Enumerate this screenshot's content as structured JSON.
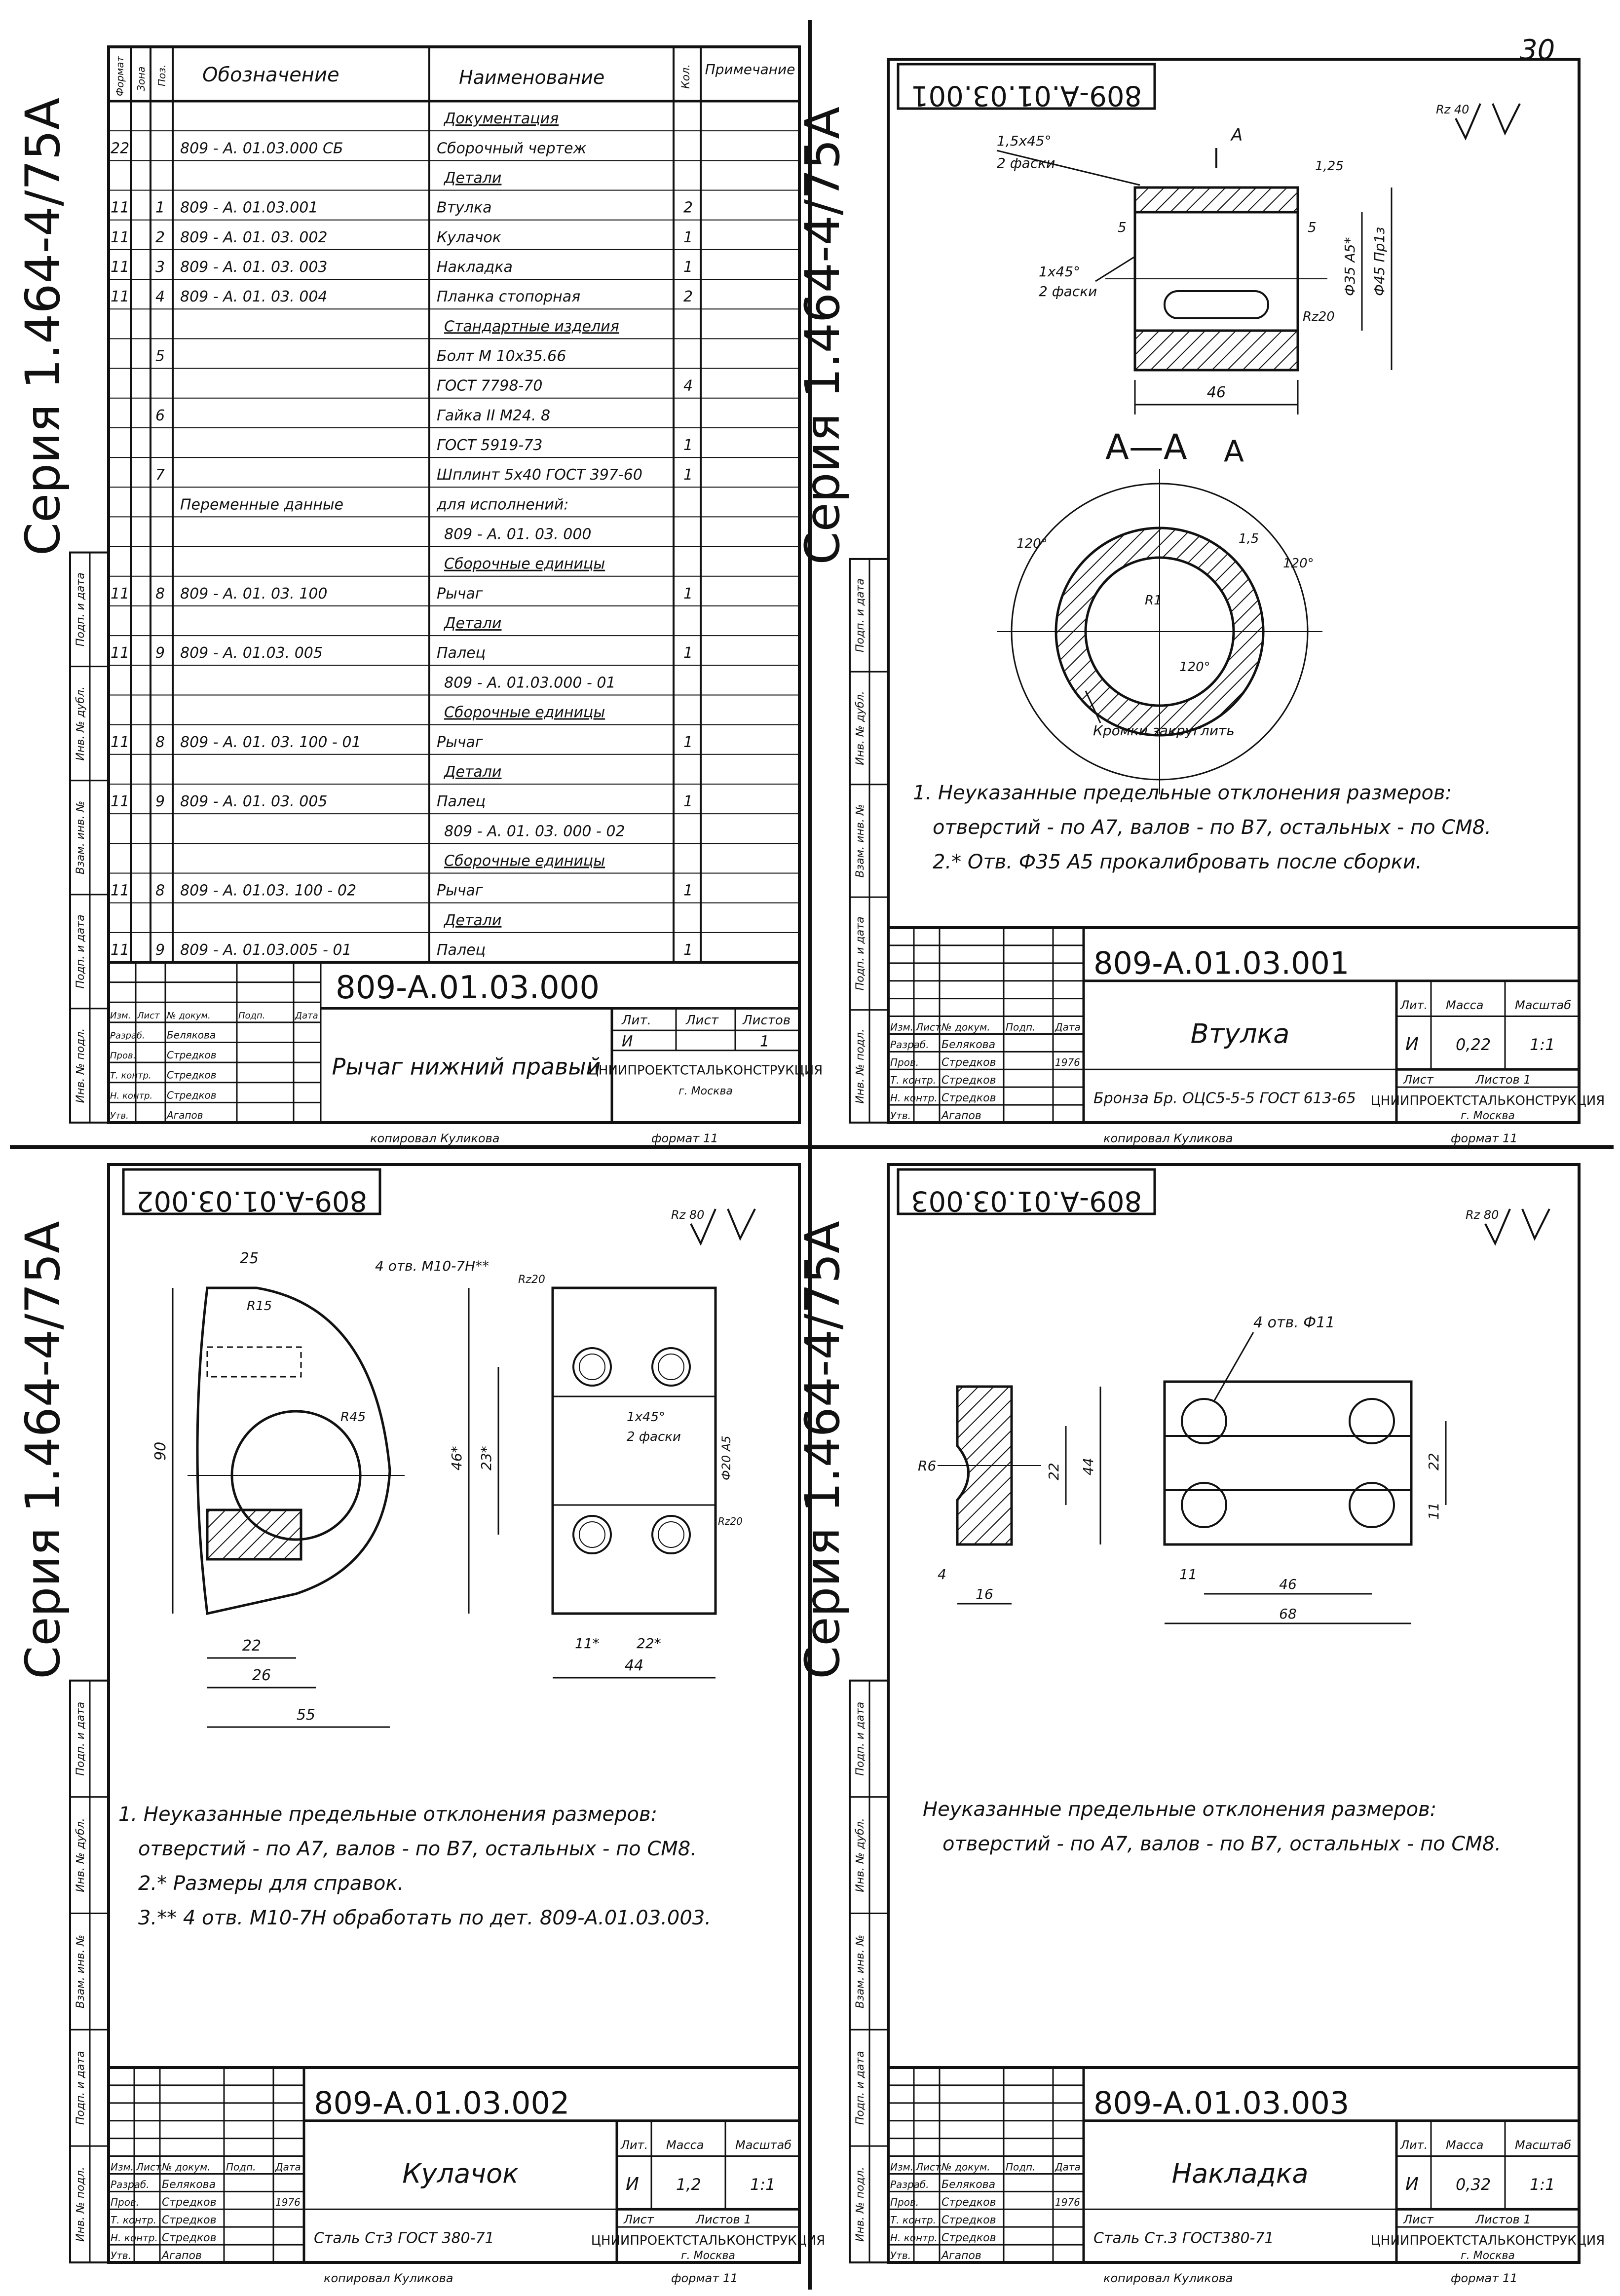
{
  "page_number": "30",
  "series": "Серия 1.464-4/75А",
  "copied_by": "копировал Куликова",
  "format_label": "формат 11",
  "org": "ЦНИИПРОЕКТСТАЛЬКОНСТРУКЦИЯ",
  "org_city": "г. Москва",
  "roles": [
    "Разраб.",
    "Пров.",
    "Т. контр.",
    "Н. контр.",
    "Утв."
  ],
  "names": [
    "Белякова",
    "Стредков",
    "Стредков",
    "Стредков",
    "Агапов"
  ],
  "side_labels": [
    "Инв. № подл.",
    "Подп. и дата",
    "Взам. инв. №",
    "Инв. № дубл.",
    "Подп. и дата"
  ],
  "spec": {
    "headers": [
      "Формат",
      "Зона",
      "Поз.",
      "Обозначение",
      "Наименование",
      "Кол.",
      "Примечание"
    ],
    "rows": [
      {
        "fmt": "",
        "pos": "",
        "des": "",
        "name": "Документация",
        "qty": ""
      },
      {
        "fmt": "22",
        "pos": "",
        "des": "809 - А. 01.03.000 СБ",
        "name": "Сборочный чертеж",
        "qty": ""
      },
      {
        "fmt": "",
        "pos": "",
        "des": "",
        "name": "Детали",
        "qty": ""
      },
      {
        "fmt": "11",
        "pos": "1",
        "des": "809 - А. 01.03.001",
        "name": "Втулка",
        "qty": "2"
      },
      {
        "fmt": "11",
        "pos": "2",
        "des": "809 - А. 01. 03. 002",
        "name": "Кулачок",
        "qty": "1"
      },
      {
        "fmt": "11",
        "pos": "3",
        "des": "809 - А. 01. 03. 003",
        "name": "Накладка",
        "qty": "1"
      },
      {
        "fmt": "11",
        "pos": "4",
        "des": "809 - А. 01. 03. 004",
        "name": "Планка стопорная",
        "qty": "2"
      },
      {
        "fmt": "",
        "pos": "",
        "des": "",
        "name": "Стандартные изделия",
        "qty": ""
      },
      {
        "fmt": "",
        "pos": "5",
        "des": "",
        "name": "Болт М 10х35.66",
        "qty": ""
      },
      {
        "fmt": "",
        "pos": "",
        "des": "",
        "name": "ГОСТ 7798-70",
        "qty": "4"
      },
      {
        "fmt": "",
        "pos": "6",
        "des": "",
        "name": "Гайка II М24. 8",
        "qty": ""
      },
      {
        "fmt": "",
        "pos": "",
        "des": "",
        "name": "ГОСТ 5919-73",
        "qty": "1"
      },
      {
        "fmt": "",
        "pos": "7",
        "des": "",
        "name": "Шплинт 5х40 ГОСТ 397-60",
        "qty": "1"
      },
      {
        "fmt": "",
        "pos": "",
        "des": "Переменные данные",
        "name": "для исполнений:",
        "qty": ""
      },
      {
        "fmt": "",
        "pos": "",
        "des": "",
        "name": "809 - А. 01. 03. 000",
        "qty": ""
      },
      {
        "fmt": "",
        "pos": "",
        "des": "",
        "name": "Сборочные единицы",
        "qty": ""
      },
      {
        "fmt": "11",
        "pos": "8",
        "des": "809 - А. 01. 03. 100",
        "name": "Рычаг",
        "qty": "1"
      },
      {
        "fmt": "",
        "pos": "",
        "des": "",
        "name": "Детали",
        "qty": ""
      },
      {
        "fmt": "11",
        "pos": "9",
        "des": "809 - А. 01.03. 005",
        "name": "Палец",
        "qty": "1"
      },
      {
        "fmt": "",
        "pos": "",
        "des": "",
        "name": "809 - А. 01.03.000 - 01",
        "qty": ""
      },
      {
        "fmt": "",
        "pos": "",
        "des": "",
        "name": "Сборочные единицы",
        "qty": ""
      },
      {
        "fmt": "11",
        "pos": "8",
        "des": "809 - А. 01. 03. 100 - 01",
        "name": "Рычаг",
        "qty": "1"
      },
      {
        "fmt": "",
        "pos": "",
        "des": "",
        "name": "Детали",
        "qty": ""
      },
      {
        "fmt": "11",
        "pos": "9",
        "des": "809 - А. 01. 03. 005",
        "name": "Палец",
        "qty": "1"
      },
      {
        "fmt": "",
        "pos": "",
        "des": "",
        "name": "809 - А. 01. 03. 000 - 02",
        "qty": ""
      },
      {
        "fmt": "",
        "pos": "",
        "des": "",
        "name": "Сборочные единицы",
        "qty": ""
      },
      {
        "fmt": "11",
        "pos": "8",
        "des": "809 - А. 01.03. 100 - 02",
        "name": "Рычаг",
        "qty": "1"
      },
      {
        "fmt": "",
        "pos": "",
        "des": "",
        "name": "Детали",
        "qty": ""
      },
      {
        "fmt": "11",
        "pos": "9",
        "des": "809 - А. 01.03.005 - 01",
        "name": "Палец",
        "qty": "1"
      }
    ],
    "code": "809-А.01.03.000",
    "title": "Рычаг нижний правый",
    "lit": "И",
    "sheet": "1",
    "sheets_label": "Листов",
    "sheet_label": "Лист",
    "lit_label": "Лит."
  },
  "tb_headers": [
    "Изм.",
    "Лист",
    "№ докум.",
    "Подп.",
    "Дата"
  ],
  "dates": [
    "1976"
  ],
  "mass_label": "Масса",
  "scale_label": "Масштаб",
  "sheet_label": "Лист",
  "sheets_label": "Листов 1",
  "parts": [
    {
      "id": "vtulka",
      "code": "809-А.01.03.001",
      "title": "Втулка",
      "material": "Бронза Бр. ОЦС5-5-5 ГОСТ 613-65",
      "lit": "И",
      "mass": "0,22",
      "scale": "1:1",
      "roughness": "Rz 40",
      "section": "А—А",
      "labels": [
        "1,5х45°",
        "2 фаски",
        "1х45°",
        "2 фаски",
        "1,25",
        "Rz20",
        "5",
        "5",
        "46",
        "Ф35 А5*",
        "Ф45 Пр1з",
        "А",
        "Кромки закруглить",
        "120°",
        "120°",
        "120°",
        "R1",
        "1,5"
      ],
      "notes": [
        "1. Неуказанные предельные отклонения размеров:",
        "отверстий - по А7, валов - по В7, остальных - по СМ8.",
        "2.* Отв. Ф35 А5 прокалибровать после сборки."
      ]
    },
    {
      "id": "kulachok",
      "code": "809-А.01.03.002",
      "title": "Кулачок",
      "material": "Сталь Ст3 ГОСТ 380-71",
      "lit": "И",
      "mass": "1,2",
      "scale": "1:1",
      "roughness": "Rz 80",
      "labels": [
        "25",
        "R15",
        "R45",
        "90",
        "22",
        "26",
        "55",
        "4 отв. М10-7Н**",
        "Rz20",
        "23*",
        "46*",
        "1х45°",
        "2 фаски",
        "Ф20 А5",
        "Rz20",
        "11*",
        "22*",
        "44"
      ],
      "notes": [
        "1. Неуказанные предельные отклонения размеров:",
        "отверстий - по А7, валов - по В7, остальных - по СМ8.",
        "2.* Размеры для справок.",
        "3.** 4 отв. М10-7Н обработать по дет. 809-А.01.03.003."
      ]
    },
    {
      "id": "nakladka",
      "code": "809-А.01.03.003",
      "title": "Накладка",
      "material": "Сталь Ст.3 ГОСТ380-71",
      "lit": "И",
      "mass": "0,32",
      "scale": "1:1",
      "roughness": "Rz 80",
      "labels": [
        "4 отв. Ф11",
        "R6",
        "44",
        "22",
        "4",
        "16",
        "11",
        "46",
        "68",
        "22",
        "11"
      ],
      "notes": [
        "Неуказанные предельные отклонения размеров:",
        "отверстий - по А7, валов - по В7, остальных - по СМ8."
      ]
    }
  ]
}
